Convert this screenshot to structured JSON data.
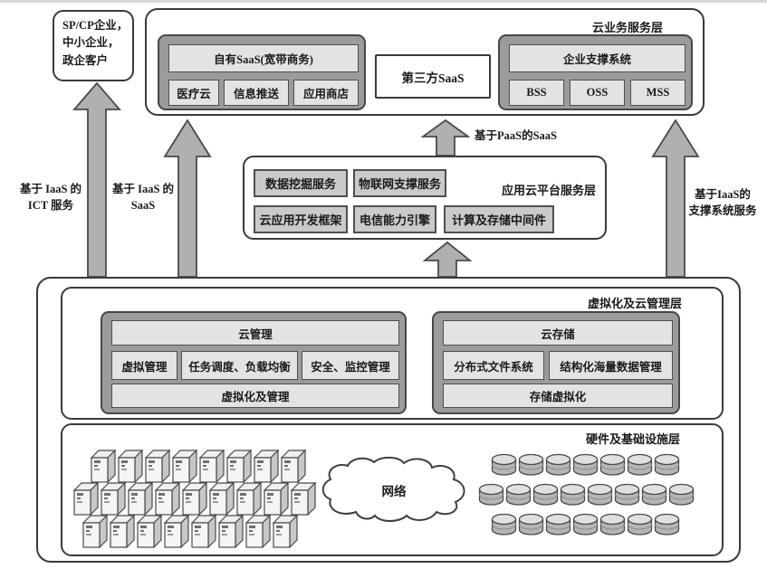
{
  "colors": {
    "box_border": "#3a3a3a",
    "group_fill": "#9b9b9b",
    "item_fill": "#e3e3e3",
    "platform_item_fill": "#cacaca",
    "arrow_fill": "#b0b0b0"
  },
  "customer_box": {
    "text": "SP/CP企业，\n中小企业，\n政企客户"
  },
  "cloud_business_layer": {
    "label": "云业务服务层",
    "own_saas": {
      "header": "自有SaaS(宽带商务)",
      "items": [
        "医疗云",
        "信息推送",
        "应用商店"
      ]
    },
    "third_party_saas": "第三方SaaS",
    "enterprise_support": {
      "header": "企业支撑系统",
      "items": [
        "BSS",
        "OSS",
        "MSS"
      ]
    }
  },
  "app_platform_layer": {
    "label": "应用云平台服务层",
    "row1": [
      "数据挖掘服务",
      "物联网支撑服务"
    ],
    "row2": [
      "云应用开发框架",
      "电信能力引擎",
      "计算及存储中间件"
    ]
  },
  "arrow_labels": {
    "ict": "基于 IaaS 的\nICT 服务",
    "saas": "基于 IaaS 的\nSaaS",
    "paas": "基于PaaS的SaaS",
    "support": "基于IaaS的\n支撑系统服务"
  },
  "virtualization_layer": {
    "label": "虚拟化及云管理层",
    "cloud_management": {
      "header": "云管理",
      "items": [
        "虚拟管理",
        "任务调度、负载均衡",
        "安全、监控管理"
      ],
      "footer": "虚拟化及管理"
    },
    "cloud_storage": {
      "header": "云存储",
      "items": [
        "分布式文件系统",
        "结构化海量数据管理"
      ],
      "footer": "存储虚拟化"
    }
  },
  "hardware_layer": {
    "label": "硬件及基础设施层",
    "network_label": "网络",
    "server_rows": [
      8,
      9,
      8
    ],
    "disk_rows": [
      7,
      8,
      7
    ]
  }
}
